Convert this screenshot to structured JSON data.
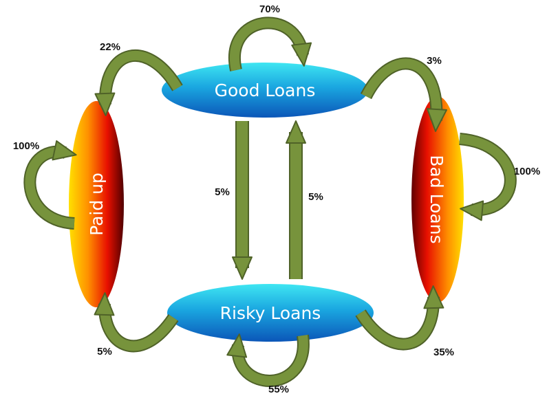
{
  "nodes": {
    "good": "Good Loans",
    "risky": "Risky Loans",
    "paid": "Paid up",
    "bad": "Bad Loans"
  },
  "transitions": {
    "good_to_good": "70%",
    "good_to_paid": "22%",
    "good_to_bad": "3%",
    "paid_to_paid": "100%",
    "bad_to_bad": "100%",
    "good_to_risky": "5%",
    "risky_to_good": "5%",
    "risky_to_paid": "5%",
    "risky_to_bad": "35%",
    "risky_to_risky": "55%"
  },
  "colors": {
    "arrow_fill": "#77933c",
    "arrow_outline": "#4f6228"
  }
}
